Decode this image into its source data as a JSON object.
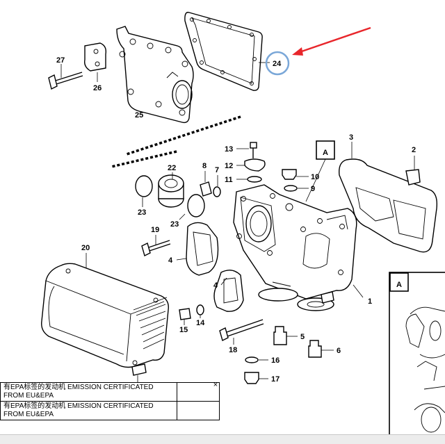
{
  "diagram": {
    "callouts": {
      "c1": "1",
      "c2": "2",
      "c3": "3",
      "c4a": "4",
      "c4b": "4",
      "c5": "5",
      "c6": "6",
      "c7": "7",
      "c8": "8",
      "c9": "9",
      "c10": "10",
      "c11": "11",
      "c12": "12",
      "c13": "13",
      "c14": "14",
      "c15": "15",
      "c16": "16",
      "c17": "17",
      "c18": "18",
      "c19": "19",
      "c20": "20",
      "c22": "22",
      "c23a": "23",
      "c23b": "23",
      "c24": "24",
      "c25": "25",
      "c26": "26",
      "c27": "27"
    },
    "view_label_main": "A",
    "view_label_inset": "A",
    "highlight_color": "#e8262b",
    "circle_color": "#7aa7d8"
  },
  "info_table": {
    "rows": [
      "有EPA标签的发动机 EMISSION CERTIFICATED FROM EU&EPA",
      "有EPA标签的发动机 EMISSION CERTIFICATED FROM EU&EPA"
    ],
    "close_glyph": "×"
  }
}
